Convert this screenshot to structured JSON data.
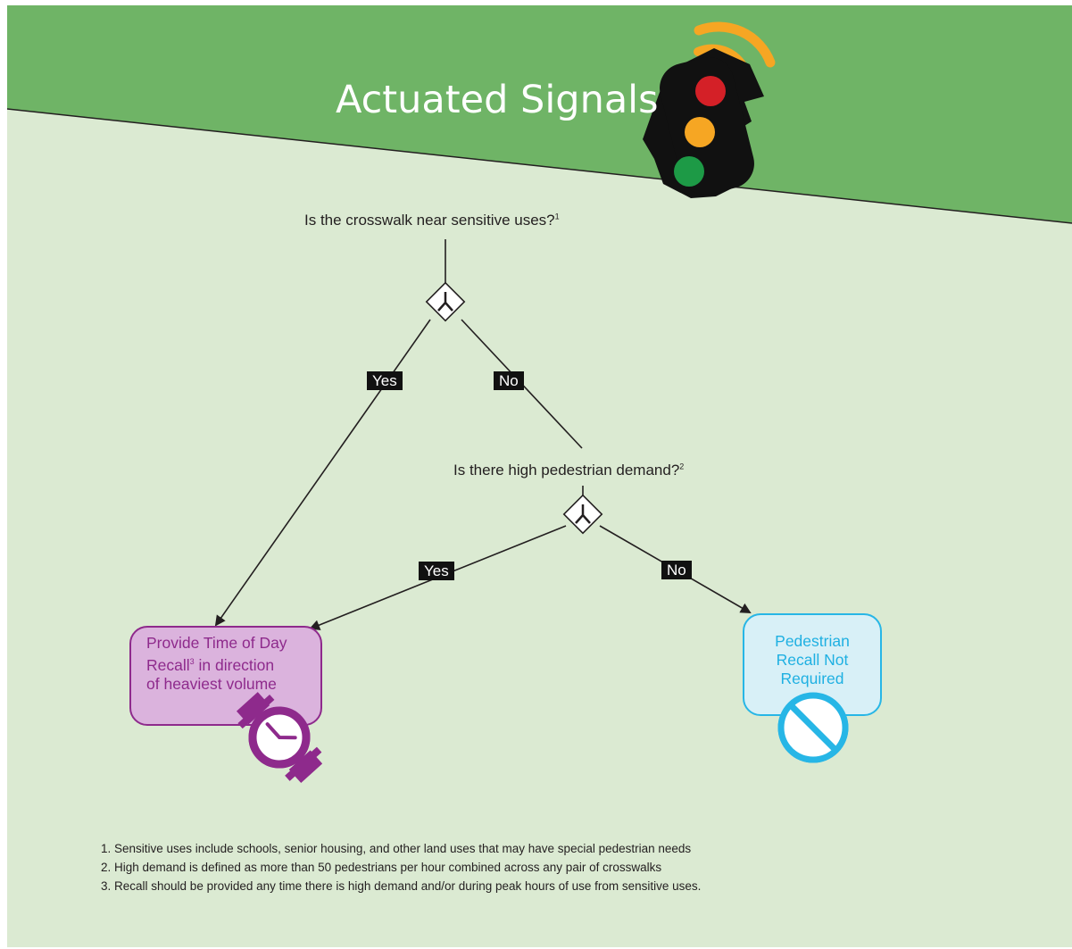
{
  "header": {
    "title": "Actuated Signals",
    "background_color": "#6fb466"
  },
  "questions": {
    "q1": {
      "text": "Is the crosswalk near sensitive uses?",
      "footnote": "1"
    },
    "q2": {
      "text": "Is there high pedestrian demand?",
      "footnote": "2"
    }
  },
  "branch_labels": {
    "q1_yes": "Yes",
    "q1_no": "No",
    "q2_yes": "Yes",
    "q2_no": "No"
  },
  "outcomes": {
    "recall": {
      "line1": "Provide Time of Day",
      "line2_a": "Recall",
      "line2_sup": "3",
      "line2_b": " in direction",
      "line3": "of heaviest volume",
      "icon": "watch-icon",
      "color": "#8e2a8c"
    },
    "no_recall": {
      "line1": "Pedestrian",
      "line2": "Recall Not",
      "line3": "Required",
      "icon": "prohibited-icon",
      "color": "#27b6e6"
    }
  },
  "footnotes": [
    "1. Sensitive uses include schools, senior housing, and other land uses that may have special pedestrian needs",
    "2. High demand is defined as more than 50 pedestrians per hour combined across any pair of crosswalks",
    "3. Recall should be provided any time there is high demand and/or during peak hours of use from sensitive uses."
  ],
  "icons": {
    "traffic_light": "traffic-light-icon",
    "decision": "decision-diamond-icon"
  }
}
